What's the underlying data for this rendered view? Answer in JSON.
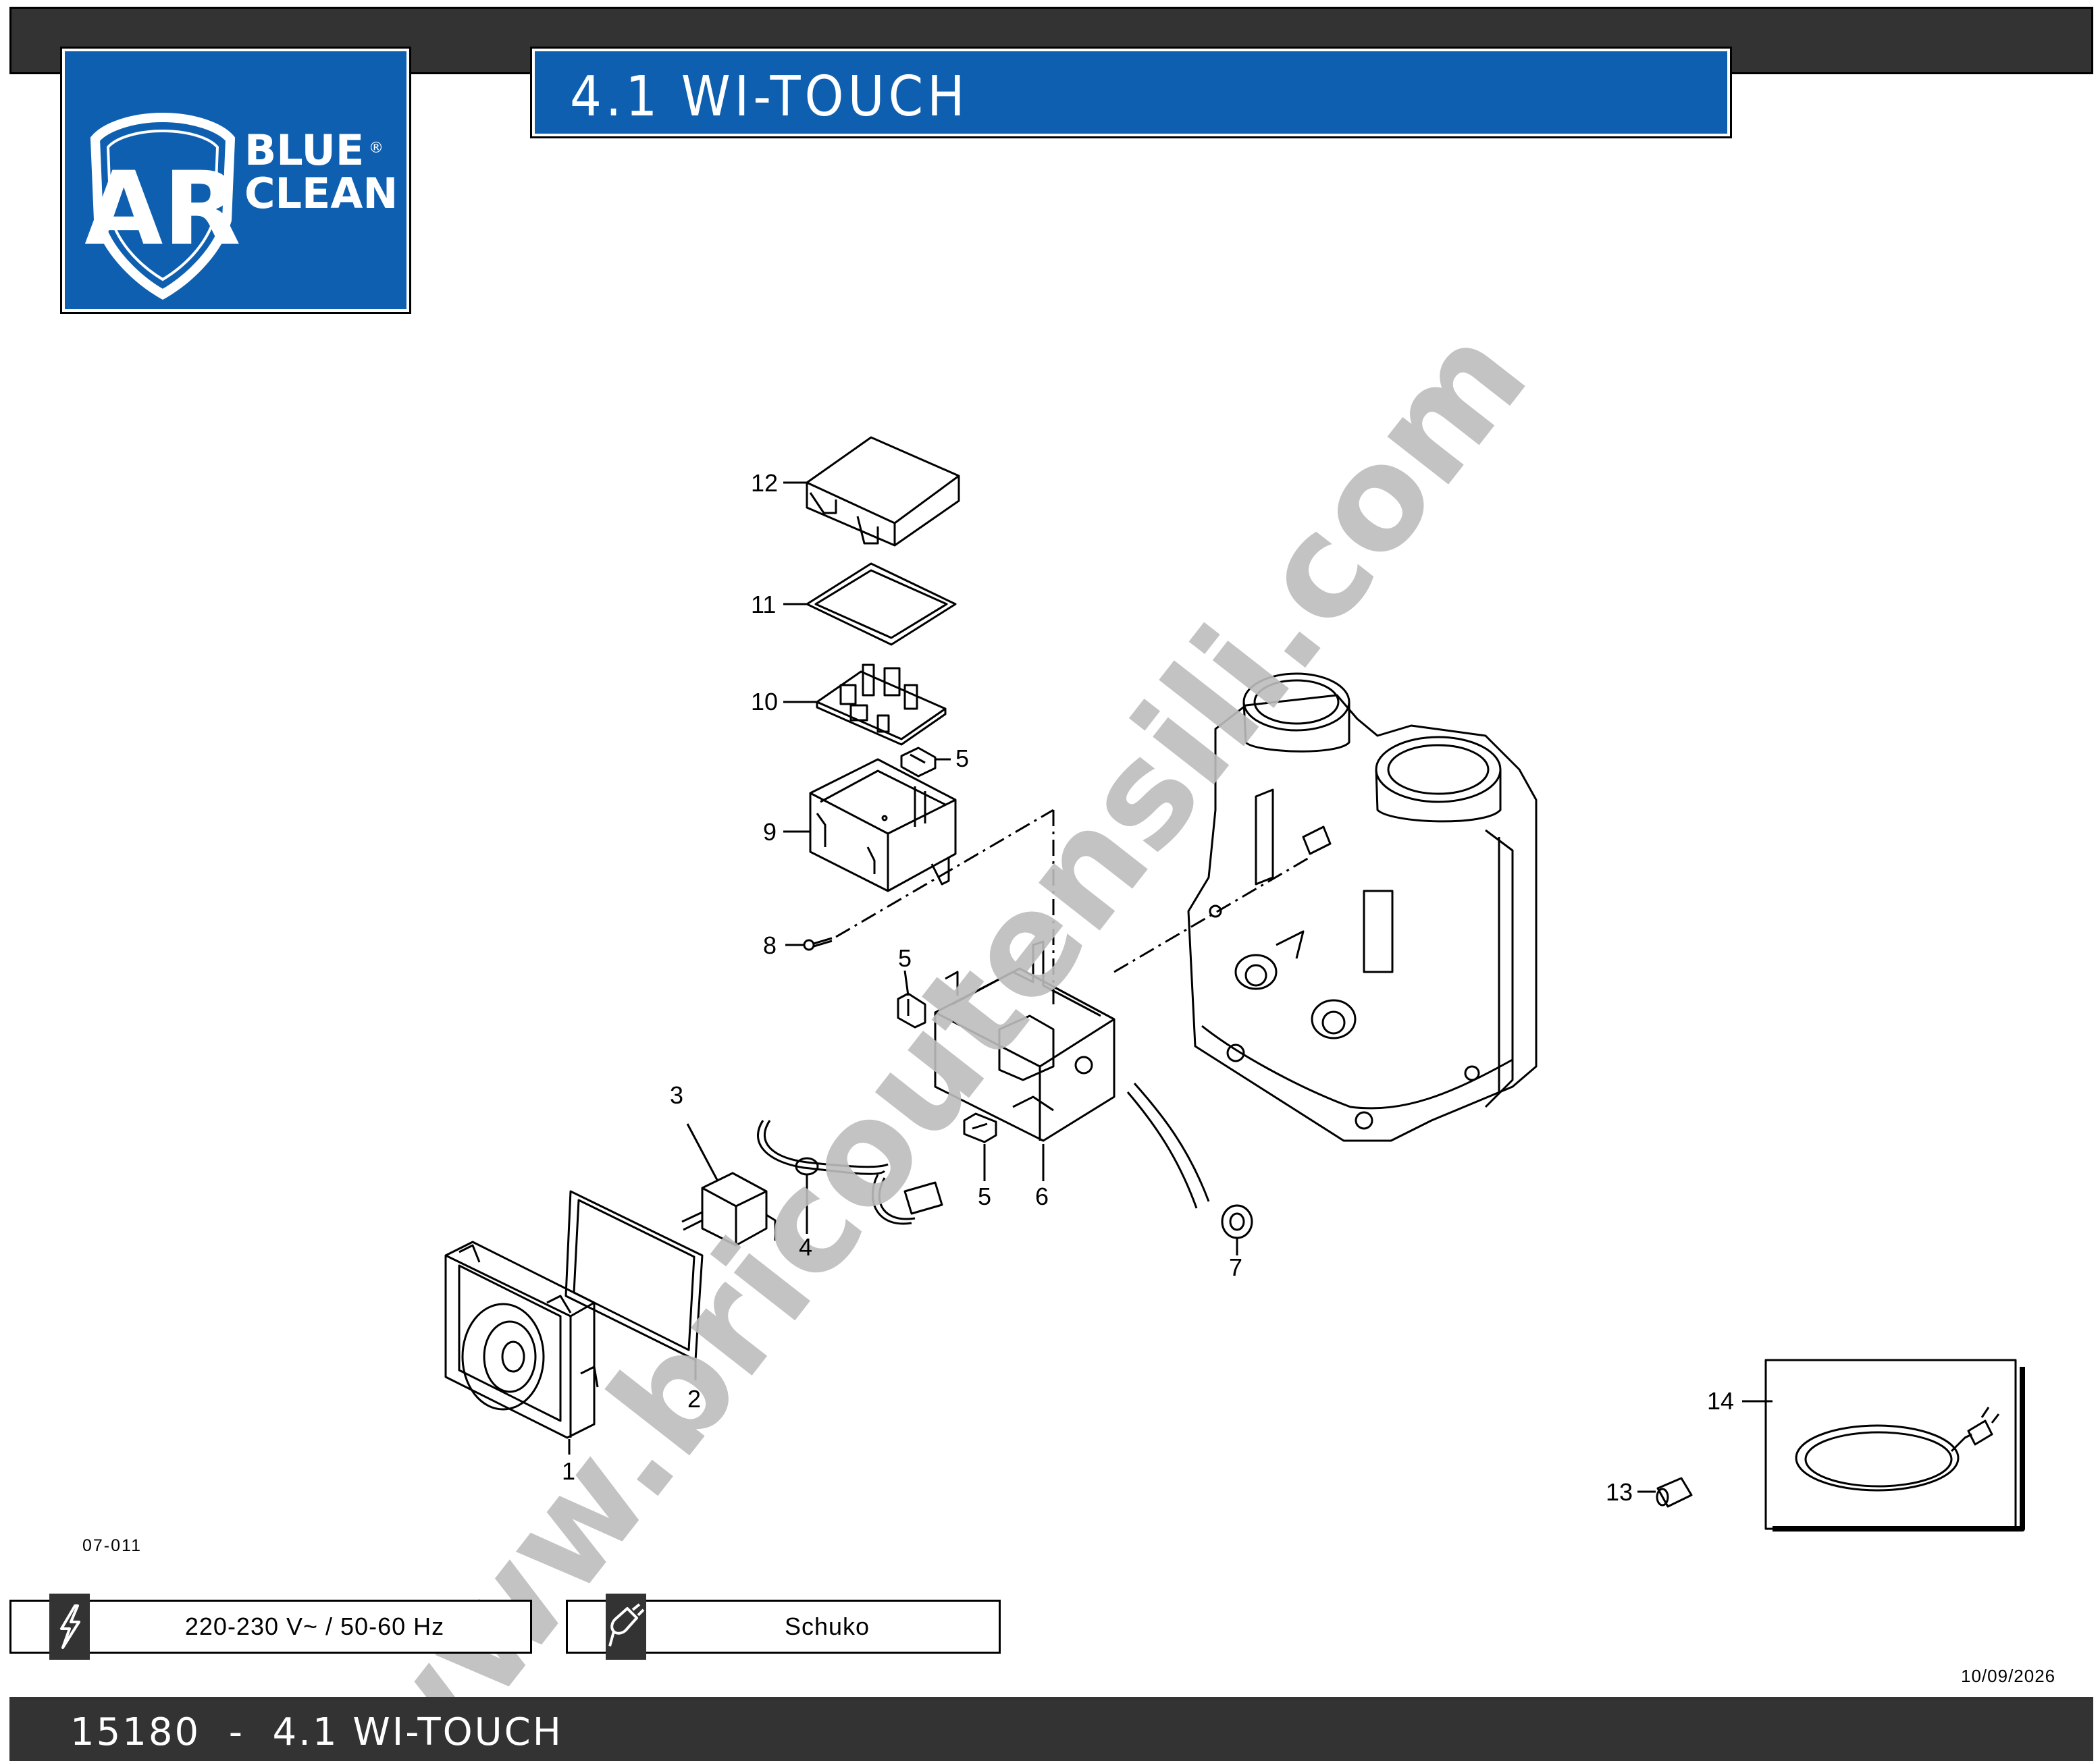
{
  "header": {
    "title": "4.1 WI-TOUCH",
    "logo_text_line1": "BLUE",
    "logo_text_line2": "CLEAN",
    "logo_mark": "AR",
    "registered_mark": "®"
  },
  "watermark": "www.bricoutensili.com",
  "diagram": {
    "callouts": [
      "1",
      "2",
      "3",
      "4",
      "5",
      "5",
      "5",
      "6",
      "7",
      "8",
      "9",
      "10",
      "11",
      "12",
      "13",
      "14"
    ]
  },
  "footer_info": {
    "ref_code": "07-011",
    "date": "10/09/2026",
    "specs": [
      {
        "icon": "lightning-icon",
        "label": "220-230 V~ / 50-60 Hz"
      },
      {
        "icon": "plug-icon",
        "label": "Schuko"
      }
    ]
  },
  "bottom_bar": {
    "text": "15180  -  4.1 WI-TOUCH"
  },
  "colors": {
    "brand_blue": "#0f5fb0",
    "bar_dark": "#333333",
    "watermark": "#bdbdbd"
  }
}
